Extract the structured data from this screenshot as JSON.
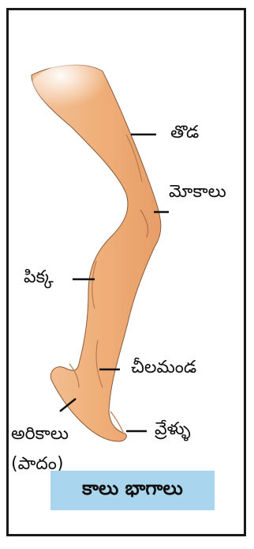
{
  "colors": {
    "skin": "#f0b07a",
    "skin_shadow": "#d98d5a",
    "caption_bg": "#a9d6ee",
    "border": "#1a1a1a"
  },
  "labels": {
    "thigh": "తొడ",
    "knee": "మోకాలు",
    "calf": "పిక్క",
    "ankle": "చీలమండ",
    "sole_line1": "అరికాలు",
    "sole_line2": "(పాదం)",
    "toes": "వ్రేళ్ళు"
  },
  "caption": "కాలు భాగాలు"
}
